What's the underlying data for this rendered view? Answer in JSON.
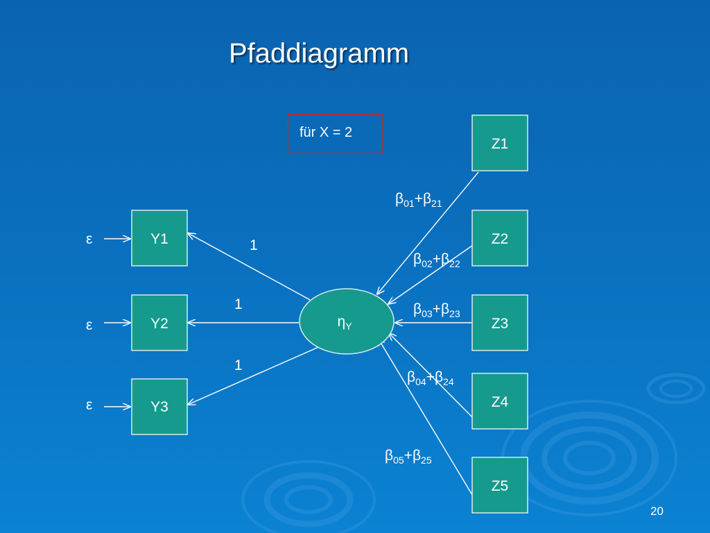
{
  "slide": {
    "title": "Pfaddiagramm",
    "condition_label": "für X = 2",
    "page_number": "20"
  },
  "diagram": {
    "latent": {
      "symbol": "η",
      "subscript": "Y"
    },
    "indicators": [
      "Y1",
      "Y2",
      "Y3"
    ],
    "error_symbol": "ε",
    "loadings": [
      "1",
      "1",
      "1"
    ],
    "predictors": [
      "Z1",
      "Z2",
      "Z3",
      "Z4",
      "Z5"
    ],
    "coefficients": [
      {
        "a": "β",
        "a_sub": "01",
        "op": "+",
        "b": "β",
        "b_sub": "21"
      },
      {
        "a": "β",
        "a_sub": "02",
        "op": "+",
        "b": "β",
        "b_sub": "22"
      },
      {
        "a": "β",
        "a_sub": "03",
        "op": "+",
        "b": "β",
        "b_sub": "23"
      },
      {
        "a": "β",
        "a_sub": "04",
        "op": "+",
        "b": "β",
        "b_sub": "24"
      },
      {
        "a": "β",
        "a_sub": "05",
        "op": "+",
        "b": "β",
        "b_sub": "25"
      }
    ]
  },
  "colors": {
    "background": "#0a6fbe",
    "node_fill": "#179a8e",
    "node_stroke": "#d8ece9",
    "condition_border": "#a3353d",
    "text": "#ffffff"
  }
}
